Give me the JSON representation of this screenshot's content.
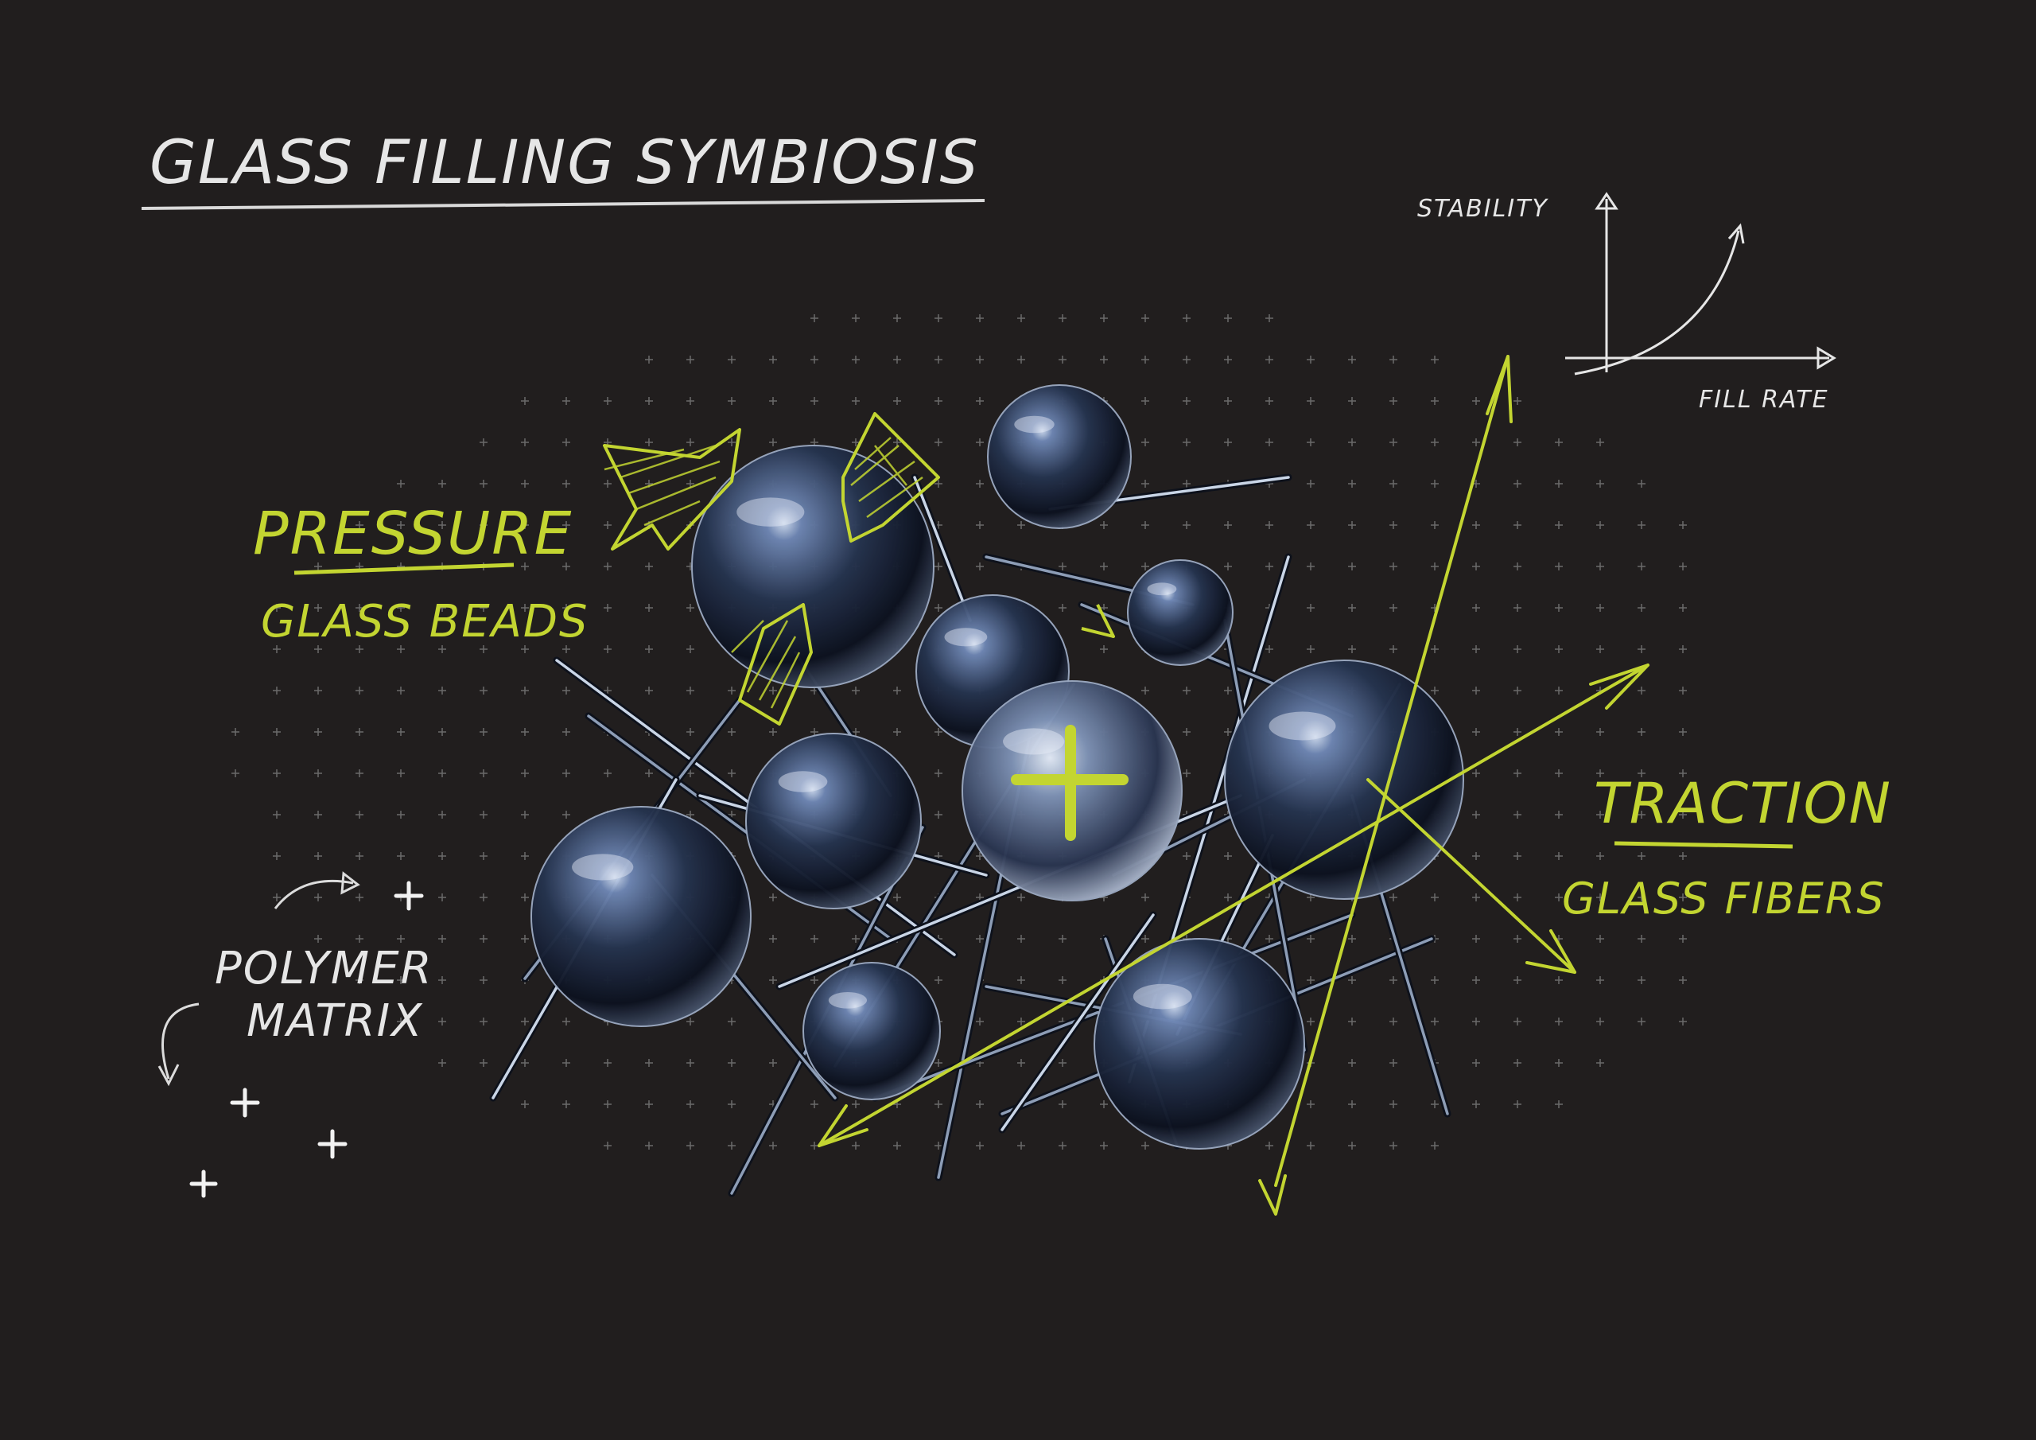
{
  "title": "GLASS FILLING SYMBIOSIS",
  "labels": {
    "pressure": "PRESSURE",
    "glass_beads": "GLASS BEADS",
    "traction": "TRACTION",
    "glass_fibers": "GLASS FIBERS",
    "polymer": "POLYMER",
    "matrix": "MATRIX"
  },
  "mini_chart": {
    "ylabel": "STABILITY",
    "xlabel": "FILL RATE"
  },
  "colors": {
    "background": "#211e1e",
    "accent": "#c3d531",
    "chalk": "#e6e6e6",
    "sphere_dark": "#0e1422",
    "sphere_light": "#5a6f96",
    "fiber": "#9fb0c8"
  },
  "icons": {
    "center_plus": "plus-icon",
    "matrix_markers": "plus-icon"
  }
}
